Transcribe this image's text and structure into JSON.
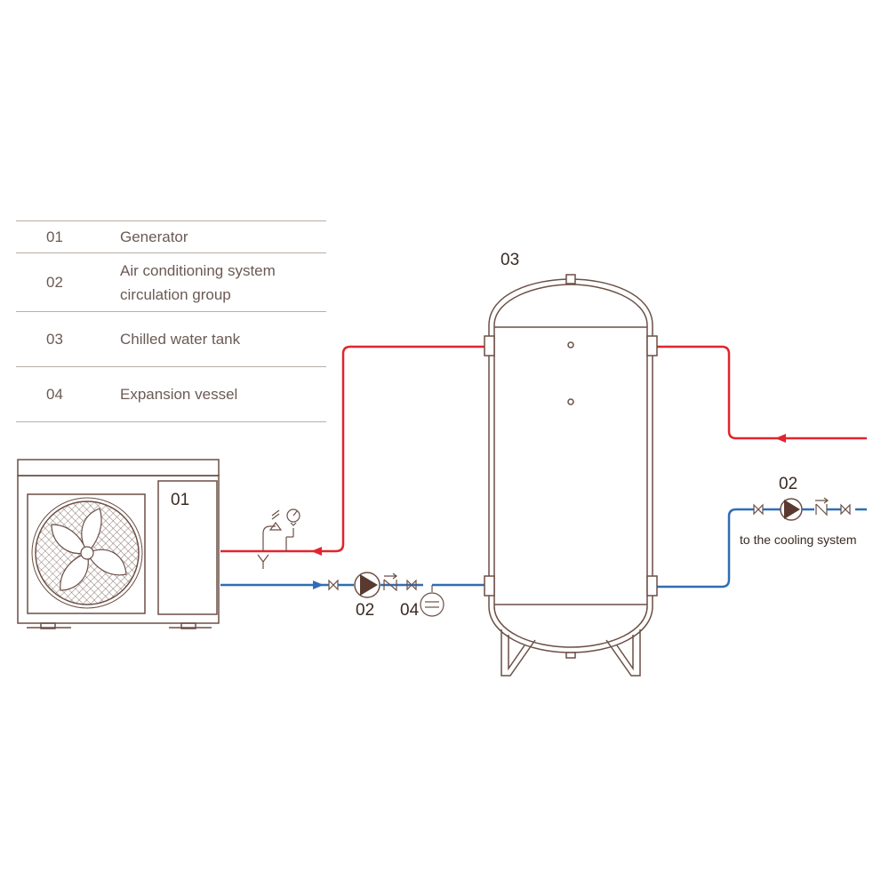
{
  "legend": {
    "items": [
      {
        "num": "01",
        "text": "Generator"
      },
      {
        "num": "02",
        "text": "Air conditioning system circulation group"
      },
      {
        "num": "03",
        "text": "Chilled water tank"
      },
      {
        "num": "04",
        "text": "Expansion vessel"
      }
    ]
  },
  "labels": {
    "generator": "01",
    "pump_left": "02",
    "expansion": "04",
    "tank": "03",
    "pump_right": "02",
    "cooling_note": "to the cooling system"
  },
  "colors": {
    "supply_line": "#e0252f",
    "return_line": "#2f6db5",
    "outline": "#6b4f45",
    "pump_fill": "#5a3a2e"
  }
}
